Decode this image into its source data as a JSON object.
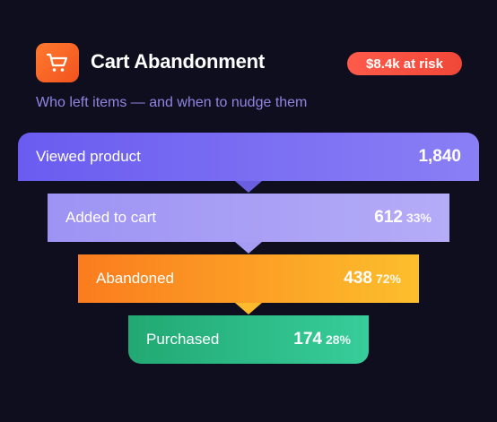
{
  "header": {
    "icon": "shopping-cart-icon",
    "title": "Cart Abandonment",
    "badge": "$8.4k at risk",
    "subtitle": "Who left items — and when to nudge them"
  },
  "colors": {
    "background": "#0f0e1f",
    "accent_orange": "#f2531f",
    "badge_red": "#f04838",
    "subtitle": "#8e86e0",
    "viewed": "#6a5cf0",
    "added": "#9d93f4",
    "abandoned": "#fb7c1e",
    "purchased": "#22a873"
  },
  "funnel": [
    {
      "label": "Viewed product",
      "value": "1,840",
      "pct": ""
    },
    {
      "label": "Added to cart",
      "value": "612",
      "pct": "33%"
    },
    {
      "label": "Abandoned",
      "value": "438",
      "pct": "72%"
    },
    {
      "label": "Purchased",
      "value": "174",
      "pct": "28%"
    }
  ]
}
